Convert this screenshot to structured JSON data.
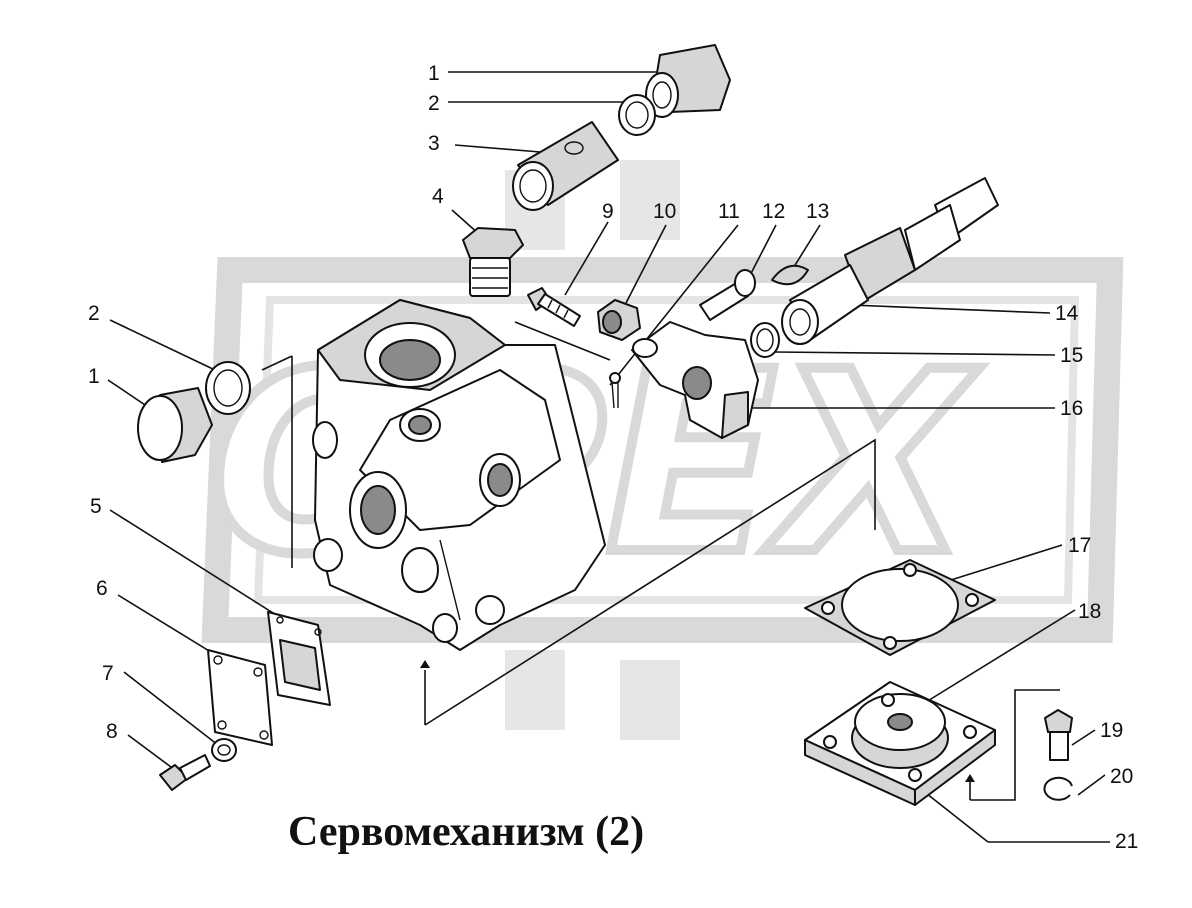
{
  "title": "Сервомеханизм (2)",
  "watermark": "OPEX",
  "colors": {
    "ink": "#111111",
    "watermark_fill": "#d9d9d9",
    "background": "#ffffff"
  },
  "callouts": [
    {
      "id": "c-1-top",
      "label": "1"
    },
    {
      "id": "c-2-top",
      "label": "2"
    },
    {
      "id": "c-3",
      "label": "3"
    },
    {
      "id": "c-4",
      "label": "4"
    },
    {
      "id": "c-9",
      "label": "9"
    },
    {
      "id": "c-10",
      "label": "10"
    },
    {
      "id": "c-11",
      "label": "11"
    },
    {
      "id": "c-12",
      "label": "12"
    },
    {
      "id": "c-13",
      "label": "13"
    },
    {
      "id": "c-2-left",
      "label": "2"
    },
    {
      "id": "c-1-left",
      "label": "1"
    },
    {
      "id": "c-14",
      "label": "14"
    },
    {
      "id": "c-15",
      "label": "15"
    },
    {
      "id": "c-16",
      "label": "16"
    },
    {
      "id": "c-5",
      "label": "5"
    },
    {
      "id": "c-17",
      "label": "17"
    },
    {
      "id": "c-6",
      "label": "6"
    },
    {
      "id": "c-18",
      "label": "18"
    },
    {
      "id": "c-7",
      "label": "7"
    },
    {
      "id": "c-8",
      "label": "8"
    },
    {
      "id": "c-19",
      "label": "19"
    },
    {
      "id": "c-20",
      "label": "20"
    },
    {
      "id": "c-21",
      "label": "21"
    }
  ]
}
